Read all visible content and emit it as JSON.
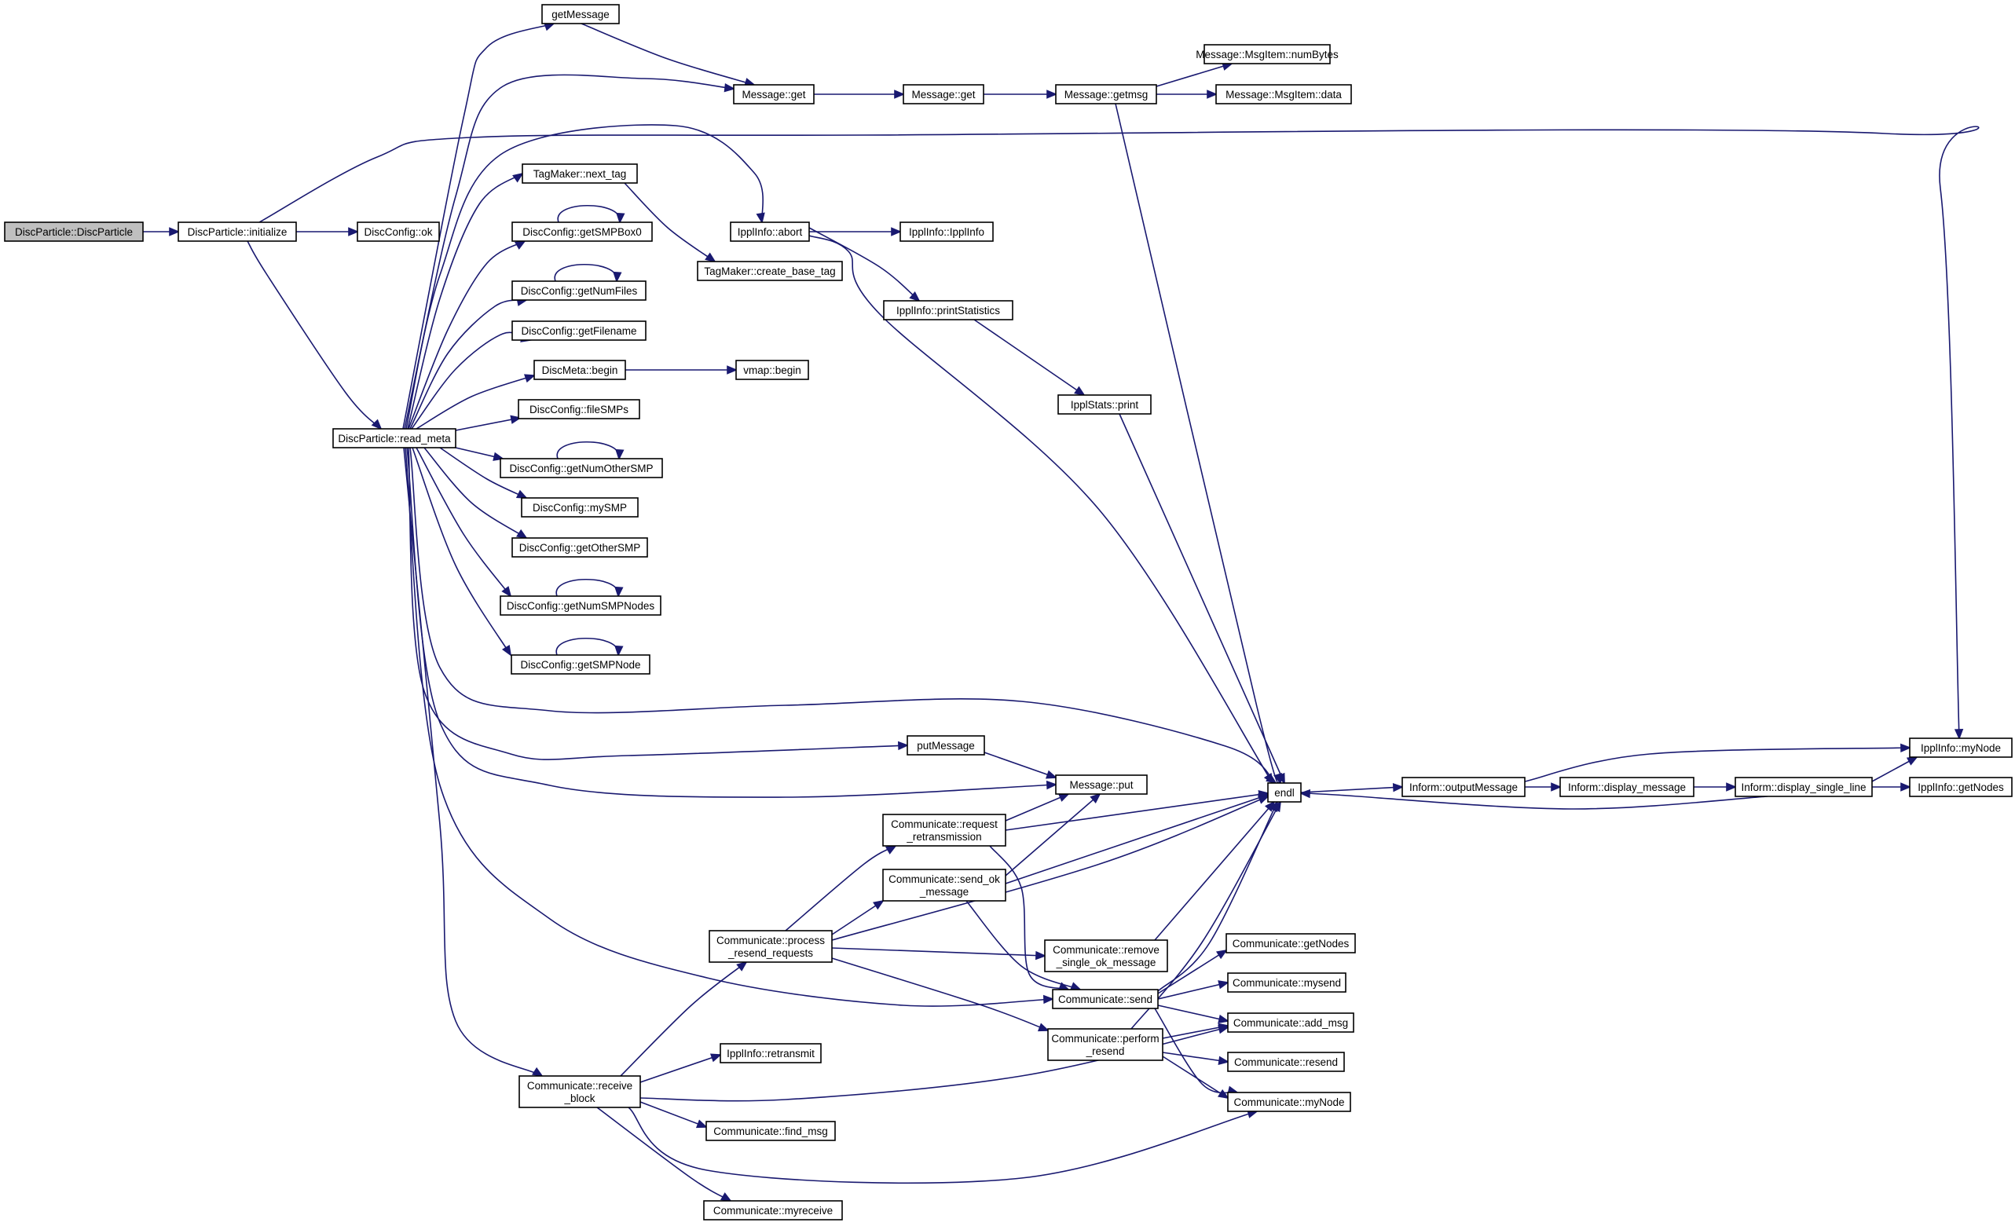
{
  "diagram": {
    "type": "call-graph",
    "colors": {
      "edge": "#191970",
      "node_border": "#000000",
      "root_fill": "#bfbfbf",
      "node_fill": "#ffffff"
    },
    "nodes": [
      {
        "id": "root",
        "lines": [
          "DiscParticle::DiscParticle"
        ],
        "root": true
      },
      {
        "id": "initialize",
        "lines": [
          "DiscParticle::initialize"
        ]
      },
      {
        "id": "ok",
        "lines": [
          "DiscConfig::ok"
        ]
      },
      {
        "id": "read_meta",
        "lines": [
          "DiscParticle::read_meta"
        ]
      },
      {
        "id": "getMessage",
        "lines": [
          "getMessage"
        ]
      },
      {
        "id": "msg_get1",
        "lines": [
          "Message::get"
        ]
      },
      {
        "id": "msg_get2",
        "lines": [
          "Message::get"
        ]
      },
      {
        "id": "getmsg",
        "lines": [
          "Message::getmsg"
        ]
      },
      {
        "id": "numBytes",
        "lines": [
          "Message::MsgItem::numBytes"
        ]
      },
      {
        "id": "msgdata",
        "lines": [
          "Message::MsgItem::data"
        ]
      },
      {
        "id": "next_tag",
        "lines": [
          "TagMaker::next_tag"
        ]
      },
      {
        "id": "create_base_tag",
        "lines": [
          "TagMaker::create_base_tag"
        ]
      },
      {
        "id": "abort",
        "lines": [
          "IpplInfo::abort"
        ]
      },
      {
        "id": "ipplinfo_ctor",
        "lines": [
          "IpplInfo::IpplInfo"
        ]
      },
      {
        "id": "printStatistics",
        "lines": [
          "IpplInfo::printStatistics"
        ]
      },
      {
        "id": "stats_print",
        "lines": [
          "IpplStats::print"
        ]
      },
      {
        "id": "getSMPBox0",
        "lines": [
          "DiscConfig::getSMPBox0"
        ]
      },
      {
        "id": "getNumFiles",
        "lines": [
          "DiscConfig::getNumFiles"
        ]
      },
      {
        "id": "getFilename",
        "lines": [
          "DiscConfig::getFilename"
        ]
      },
      {
        "id": "meta_begin",
        "lines": [
          "DiscMeta::begin"
        ]
      },
      {
        "id": "vmap_begin",
        "lines": [
          "vmap::begin"
        ]
      },
      {
        "id": "fileSMPs",
        "lines": [
          "DiscConfig::fileSMPs"
        ]
      },
      {
        "id": "getNumOtherSMP",
        "lines": [
          "DiscConfig::getNumOtherSMP"
        ]
      },
      {
        "id": "mySMP",
        "lines": [
          "DiscConfig::mySMP"
        ]
      },
      {
        "id": "getOtherSMP",
        "lines": [
          "DiscConfig::getOtherSMP"
        ]
      },
      {
        "id": "getNumSMPNodes",
        "lines": [
          "DiscConfig::getNumSMPNodes"
        ]
      },
      {
        "id": "getSMPNode",
        "lines": [
          "DiscConfig::getSMPNode"
        ]
      },
      {
        "id": "putMessage",
        "lines": [
          "putMessage"
        ]
      },
      {
        "id": "msg_put",
        "lines": [
          "Message::put"
        ]
      },
      {
        "id": "endl",
        "lines": [
          "endl"
        ]
      },
      {
        "id": "outputMessage",
        "lines": [
          "Inform::outputMessage"
        ]
      },
      {
        "id": "display_message",
        "lines": [
          "Inform::display_message"
        ]
      },
      {
        "id": "display_single_line",
        "lines": [
          "Inform::display_single_line"
        ]
      },
      {
        "id": "ippl_myNode",
        "lines": [
          "IpplInfo::myNode"
        ]
      },
      {
        "id": "ippl_getNodes",
        "lines": [
          "IpplInfo::getNodes"
        ]
      },
      {
        "id": "request_retransmission",
        "lines": [
          "Communicate::request",
          "_retransmission"
        ]
      },
      {
        "id": "send_ok_message",
        "lines": [
          "Communicate::send_ok",
          "_message"
        ]
      },
      {
        "id": "process_resend",
        "lines": [
          "Communicate::process",
          "_resend_requests"
        ]
      },
      {
        "id": "remove_single_ok",
        "lines": [
          "Communicate::remove",
          "_single_ok_message"
        ]
      },
      {
        "id": "comm_send",
        "lines": [
          "Communicate::send"
        ]
      },
      {
        "id": "perform_resend",
        "lines": [
          "Communicate::perform",
          "_resend"
        ]
      },
      {
        "id": "comm_getNodes",
        "lines": [
          "Communicate::getNodes"
        ]
      },
      {
        "id": "mysend",
        "lines": [
          "Communicate::mysend"
        ]
      },
      {
        "id": "add_msg",
        "lines": [
          "Communicate::add_msg"
        ]
      },
      {
        "id": "resend",
        "lines": [
          "Communicate::resend"
        ]
      },
      {
        "id": "comm_myNode",
        "lines": [
          "Communicate::myNode"
        ]
      },
      {
        "id": "retransmit",
        "lines": [
          "IpplInfo::retransmit"
        ]
      },
      {
        "id": "receive_block",
        "lines": [
          "Communicate::receive",
          "_block"
        ]
      },
      {
        "id": "find_msg",
        "lines": [
          "Communicate::find_msg"
        ]
      },
      {
        "id": "myreceive",
        "lines": [
          "Communicate::myreceive"
        ]
      }
    ]
  }
}
